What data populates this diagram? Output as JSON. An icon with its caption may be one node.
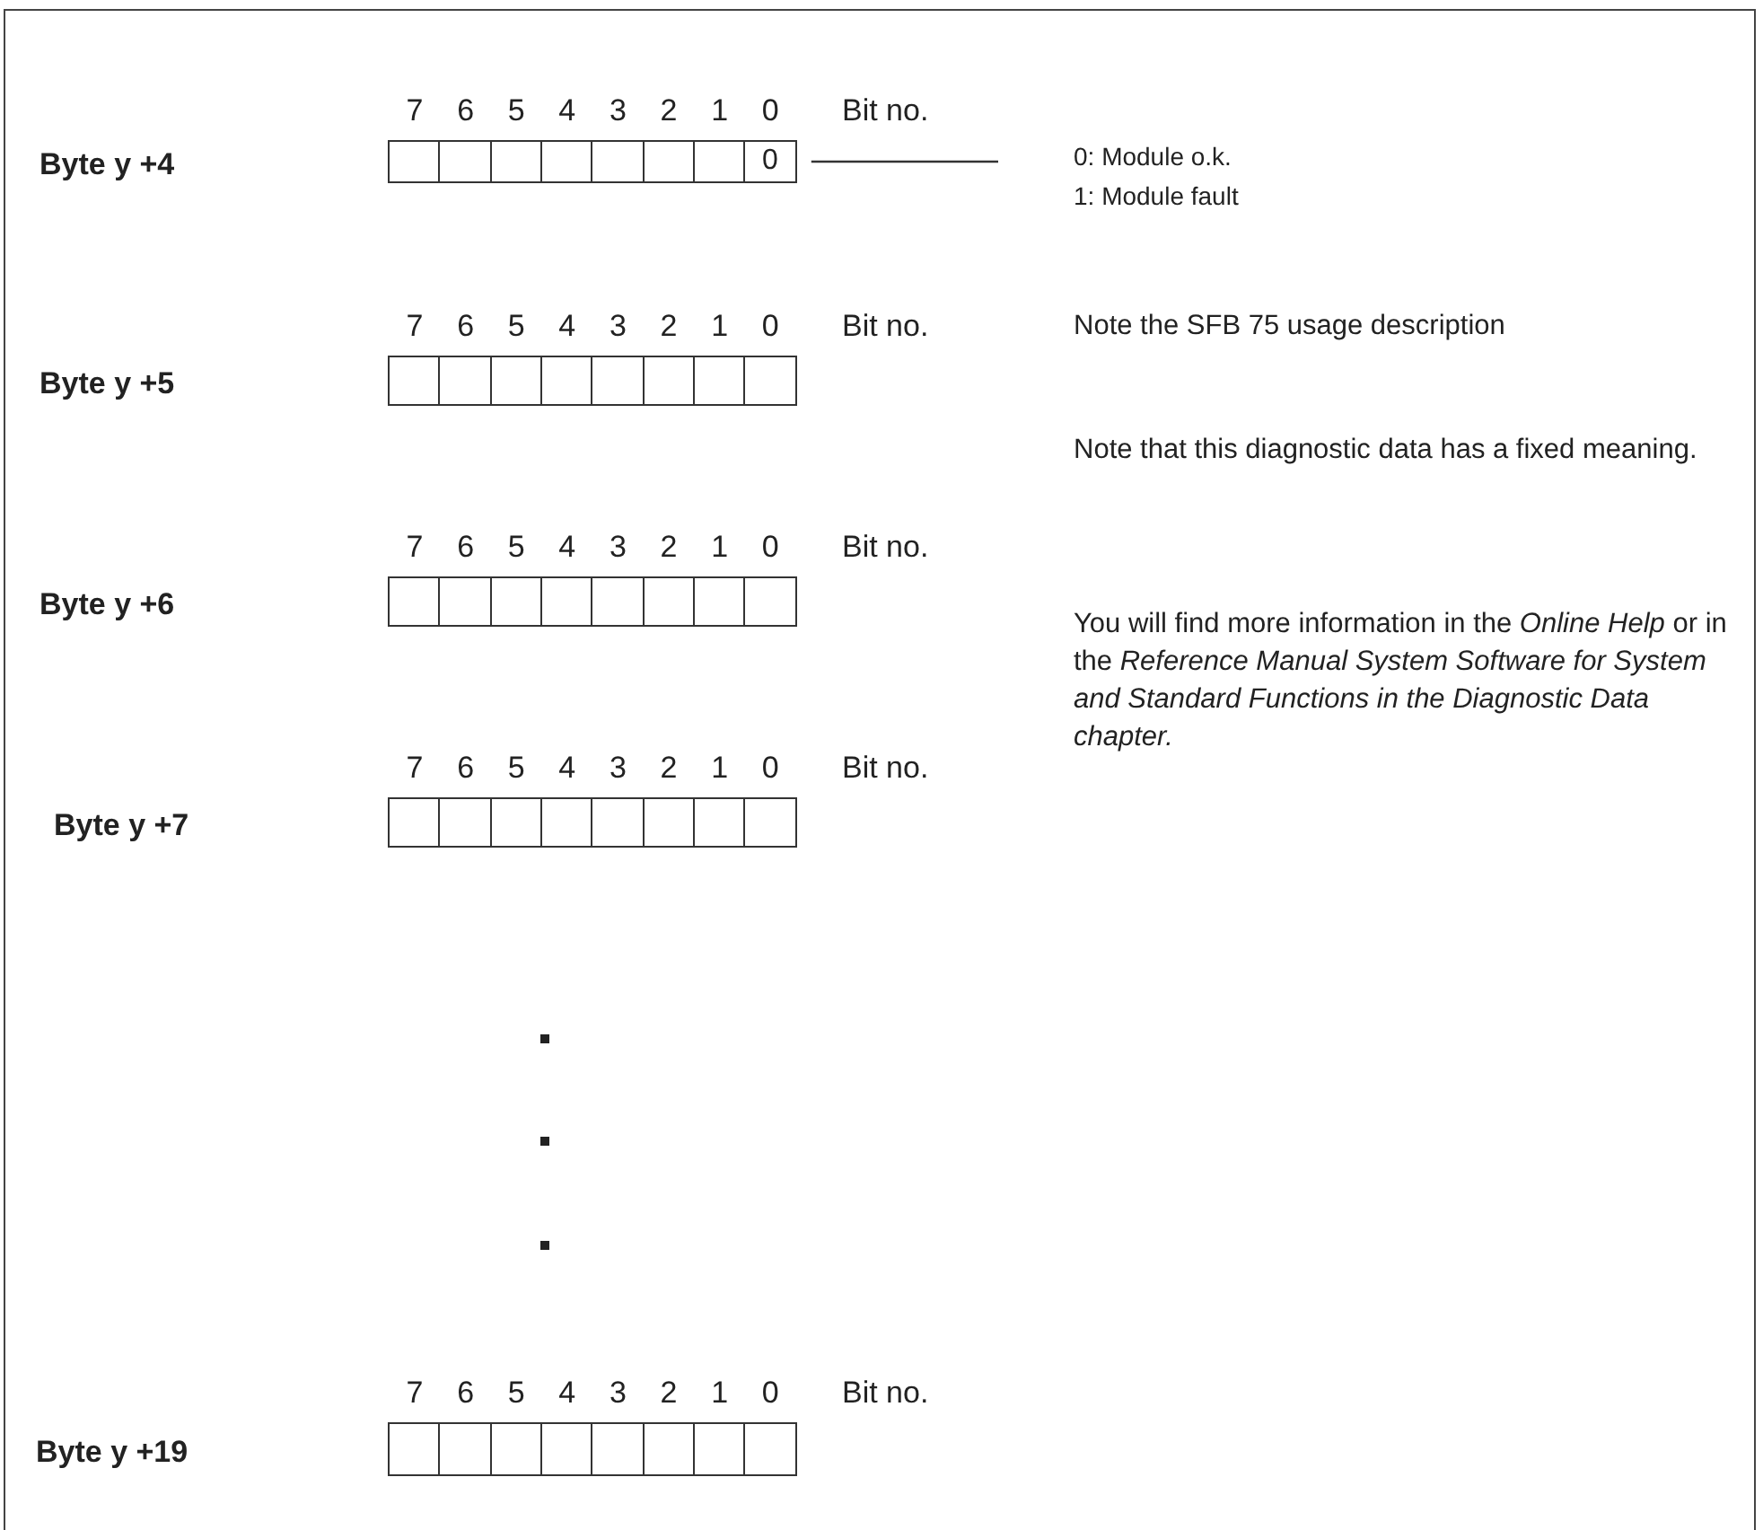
{
  "diagram": {
    "nodes": [
      {
        "text": [],
        "shape": "box"
      },
      {
        "text": [],
        "shape": "box"
      },
      {
        "text": [],
        "shape": "box"
      },
      {
        "text": [],
        "shape": "box"
      },
      {
        "text": [],
        "shape": "box"
      },
      {
        "text": [],
        "shape": "box"
      },
      {
        "text": [],
        "shape": "box"
      },
      {
        "text": [
          "0"
        ]
      },
      {
        "text": [
          "0: Module o.k.",
          "1: Module fault"
        ]
      },
      {
        "text": [],
        "shape": "box"
      },
      {
        "text": [],
        "shape": "box"
      },
      {
        "text": [],
        "shape": "box"
      },
      {
        "text": [],
        "shape": "box"
      },
      {
        "text": [],
        "shape": "box"
      },
      {
        "text": [],
        "shape": "box"
      },
      {
        "text": [],
        "shape": "box"
      },
      {
        "text": [],
        "shape": "box"
      },
      {
        "text": [],
        "shape": "box"
      },
      {
        "text": [],
        "shape": "box"
      },
      {
        "text": [],
        "shape": "box"
      },
      {
        "text": [],
        "shape": "box"
      },
      {
        "text": [],
        "shape": "box"
      },
      {
        "text": [],
        "shape": "box"
      },
      {
        "text": [],
        "shape": "box"
      },
      {
        "text": [],
        "shape": "box"
      },
      {
        "text": [],
        "shape": "box"
      },
      {
        "text": [],
        "shape": "box"
      },
      {
        "text": [],
        "shape": "box"
      },
      {
        "text": [],
        "shape": "box"
      },
      {
        "text": [],
        "shape": "box"
      },
      {
        "text": [],
        "shape": "box"
      },
      {
        "text": [],
        "shape": "box"
      },
      {
        "text": [],
        "shape": "box"
      },
      {
        "text": [],
        "shape": "box"
      },
      {
        "text": [],
        "shape": "box"
      },
      {
        "text": [],
        "shape": "box"
      },
      {
        "text": [],
        "shape": "box"
      },
      {
        "text": [],
        "shape": "box"
      },
      {
        "text": [],
        "shape": "box"
      },
      {
        "text": [],
        "shape": "box"
      },
      {
        "text": [],
        "shape": "box"
      }
    ],
    "edges": [
      {
        "from": 7,
        "to": 8,
        "arrow": "none"
      }
    ],
    "labels": [
      "7",
      "6",
      "5",
      "4",
      "3",
      "2",
      "1",
      "0",
      "Bit no.",
      "Byte y +4",
      "7",
      "6",
      "5",
      "4",
      "3",
      "2",
      "1",
      "0",
      "Bit no.",
      "Note the SFB 75 usage description",
      "Byte y +5",
      "Note that this diagnostic data has a fixed meaning.",
      "7",
      "6",
      "5",
      "4",
      "3",
      "2",
      "1",
      "0",
      "Bit no.",
      "Byte y +6",
      "You will find more information in the *Online Help* or in the *Reference Manual System Software for System and Standard Functions in the Diagnostic Data chapter.*",
      "7",
      "6",
      "5",
      "4",
      "3",
      "2",
      "1",
      "0",
      "Bit no.",
      "Byte y +7",
      "7",
      "6",
      "5",
      "4",
      "3",
      "2",
      "1",
      "0",
      "Bit no.",
      "Byte y +19"
    ]
  }
}
